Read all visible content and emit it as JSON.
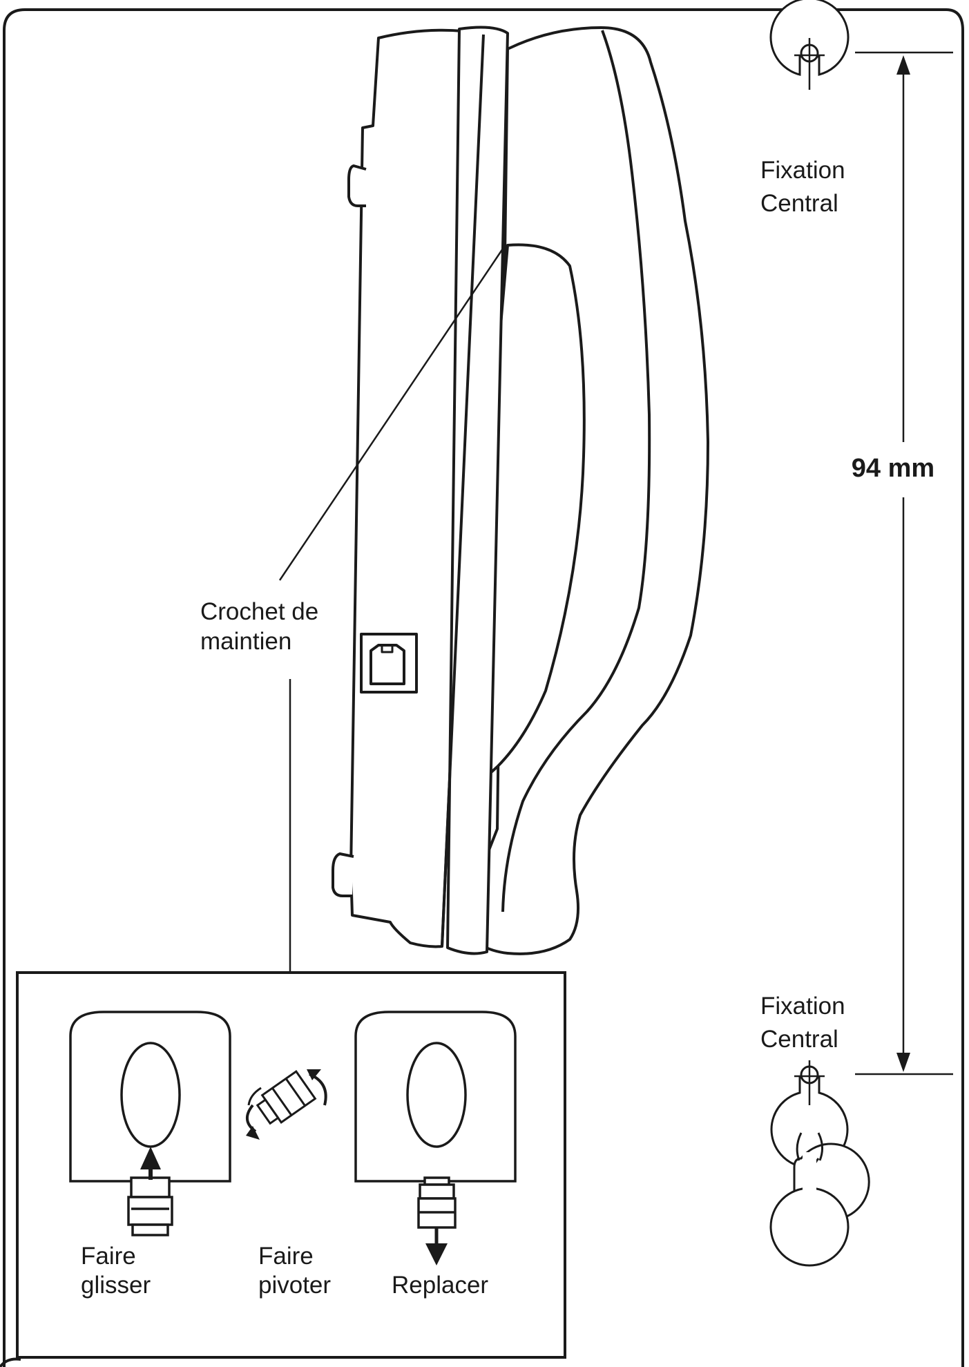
{
  "labels": {
    "hook_line1": "Crochet de",
    "hook_line2": "maintien",
    "top_mount_line1": "Fixation",
    "top_mount_line2": "Central",
    "bottom_mount_line1": "Fixation",
    "bottom_mount_line2": "Central",
    "dimension": "94 mm",
    "step1_line1": "Faire",
    "step1_line2": "glisser",
    "step2_line1": "Faire",
    "step2_line2": "pivoter",
    "step3_line1": "Replacer"
  },
  "colors": {
    "stroke": "#1a1a1a",
    "background": "#ffffff"
  }
}
